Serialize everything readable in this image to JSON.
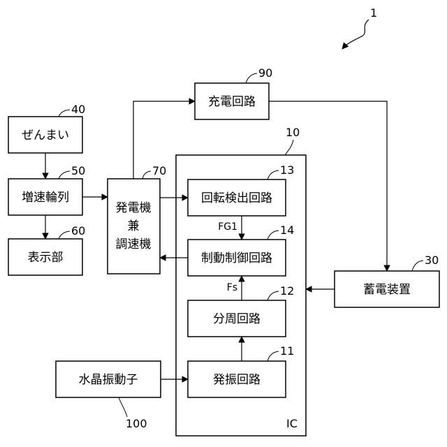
{
  "figure_ref": "1",
  "blocks": {
    "mainspring": {
      "ref": "40",
      "label": "ぜんまい"
    },
    "gear_train": {
      "ref": "50",
      "label": "増速輪列"
    },
    "display": {
      "ref": "60",
      "label": "表示部"
    },
    "generator": {
      "ref": "70",
      "label_line1": "発電機",
      "label_line2": "兼",
      "label_line3": "調速機"
    },
    "charging": {
      "ref": "90",
      "label": "充電回路"
    },
    "ic": {
      "ref": "10",
      "label": "IC"
    },
    "rotation": {
      "ref": "13",
      "label": "回転検出回路"
    },
    "brake_ctrl": {
      "ref": "14",
      "label": "制動制御回路"
    },
    "divider": {
      "ref": "12",
      "label": "分周回路"
    },
    "oscillator": {
      "ref": "11",
      "label": "発振回路"
    },
    "storage": {
      "ref": "30",
      "label": "蓄電装置"
    },
    "crystal": {
      "ref": "100",
      "label": "水晶振動子"
    }
  },
  "signals": {
    "fg1": "FG1",
    "fs": "Fs"
  }
}
